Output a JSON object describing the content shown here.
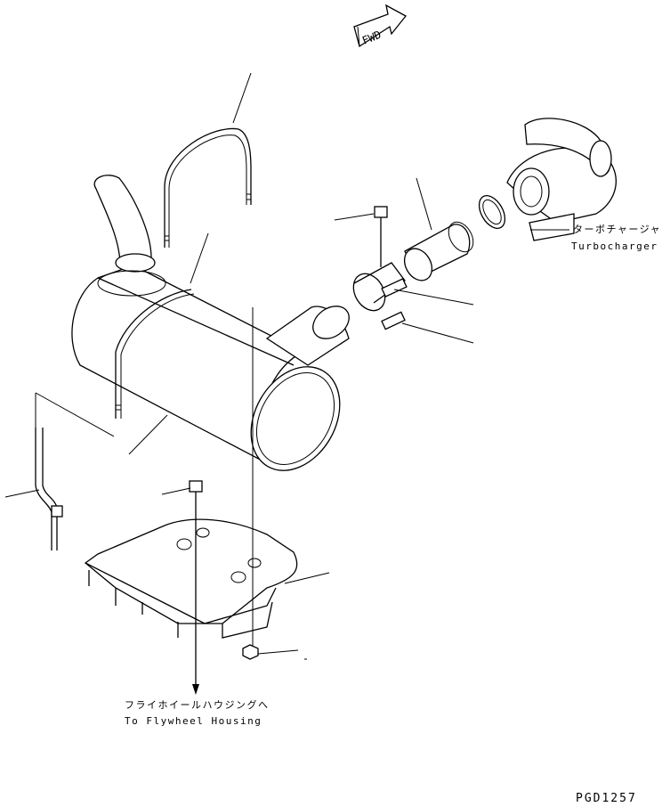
{
  "diagram": {
    "fwd_arrow_text": "FWD",
    "turbocharger_jp": "ターボチャージャ",
    "turbocharger_en": "Turbocharger",
    "flywheel_jp": "フライホイールハウジングへ",
    "flywheel_en": "To Flywheel Housing",
    "drawing_code": "PGD1257"
  }
}
